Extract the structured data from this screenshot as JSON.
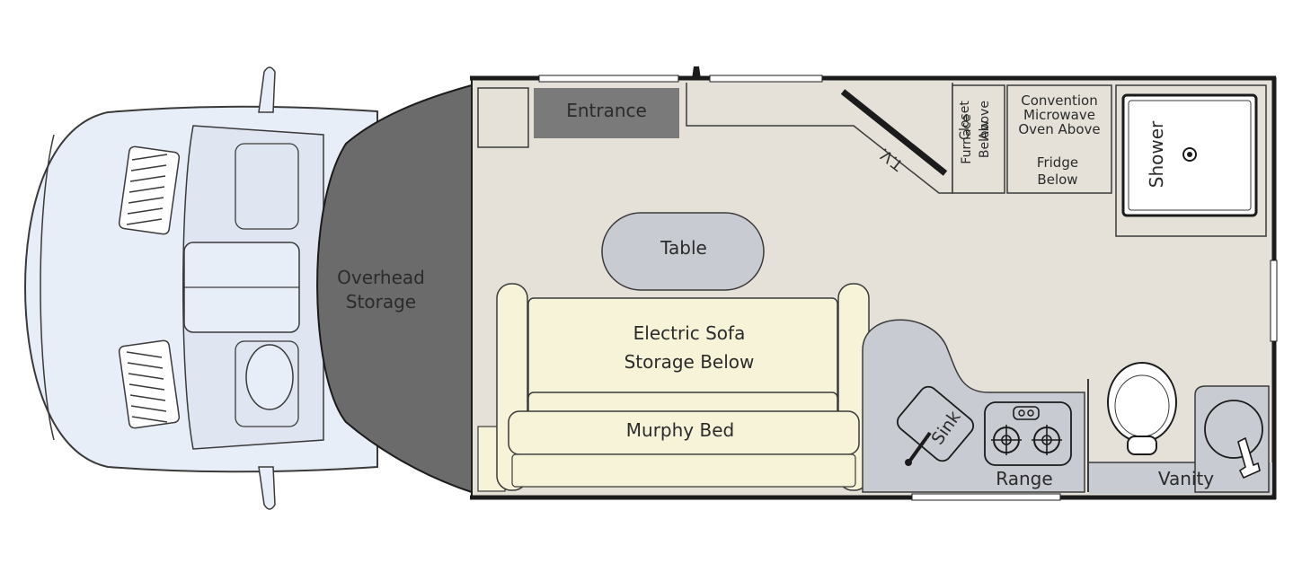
{
  "labels": {
    "overhead_line1": "Overhead",
    "overhead_line2": "Storage",
    "entrance": "Entrance",
    "tv": "T.V.",
    "furnace_line1": "Furnace",
    "furnace_line2": "Below",
    "closet_line1": "Closet",
    "closet_line2": "Above",
    "micro_line1": "Convention",
    "micro_line2": "Microwave",
    "micro_line3": "Oven Above",
    "fridge_line1": "Fridge",
    "fridge_line2": "Below",
    "shower": "Shower",
    "table": "Table",
    "sofa_line1": "Electric Sofa",
    "sofa_line2": "Storage Below",
    "murphy_bed": "Murphy Bed",
    "sink": "Sink",
    "range": "Range",
    "vanity": "Vanity"
  },
  "colors": {
    "floor": "#e5e1d8",
    "overhead": "#6b6b6b",
    "entrance": "#7a7a7a",
    "cab": "#e8eef7",
    "counter": "#c9cbd3",
    "sofa": "#f7f3d8",
    "wall": "#1b1b1b"
  }
}
